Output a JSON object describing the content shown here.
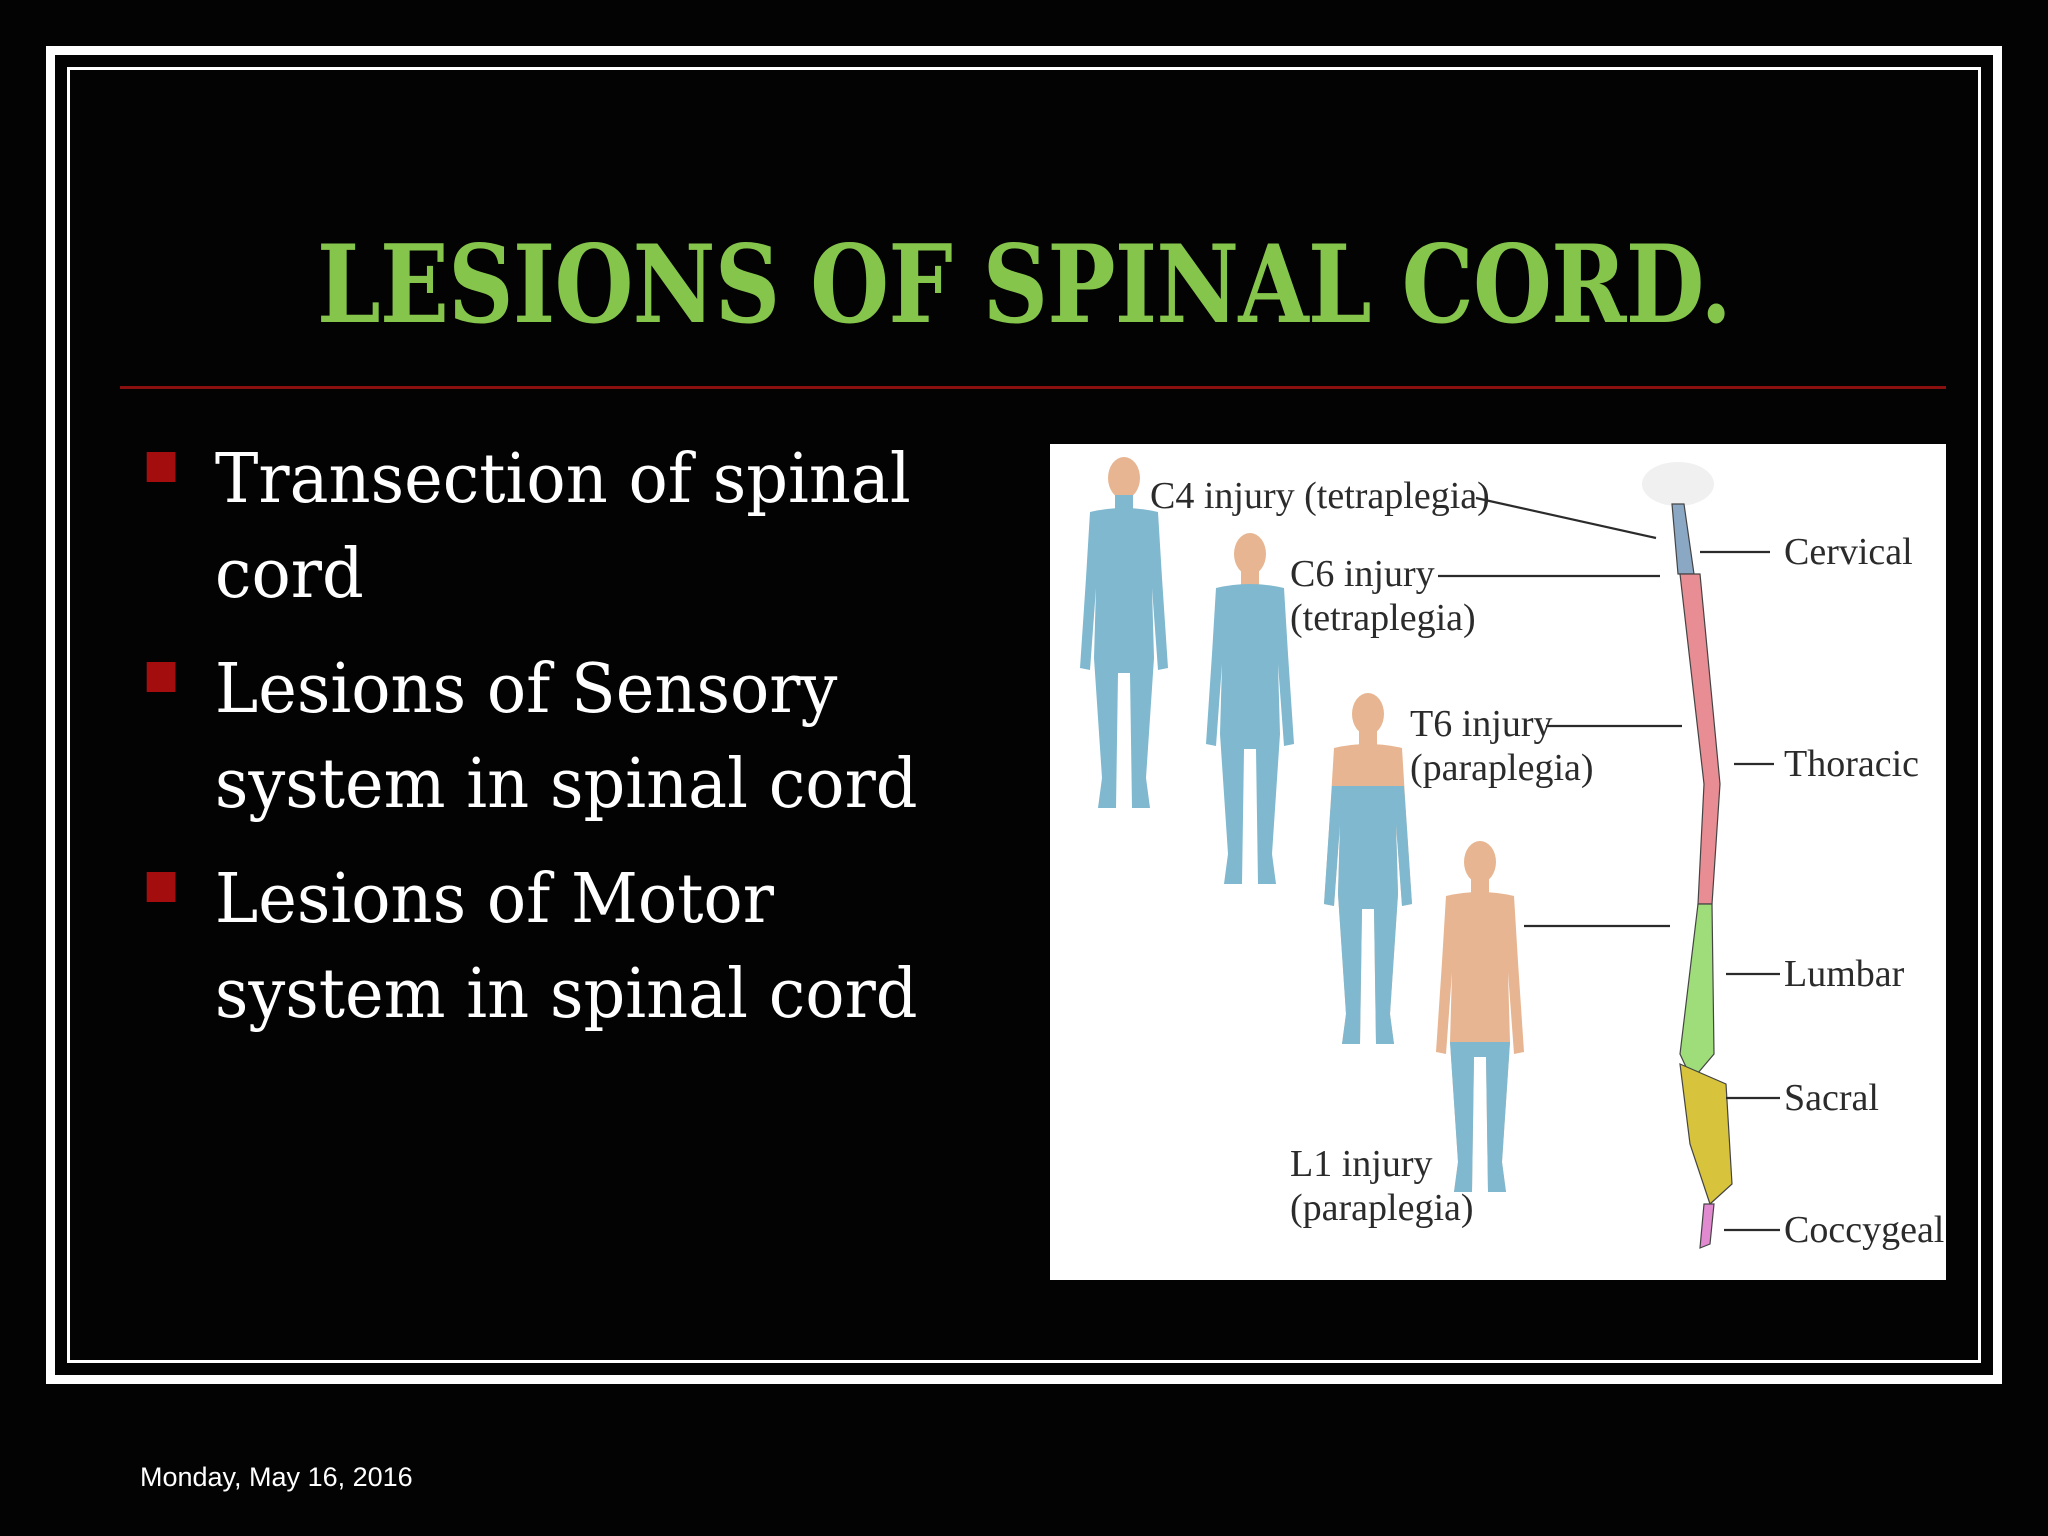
{
  "slide": {
    "title": "LESIONS OF SPINAL CORD.",
    "bullets": [
      "Transection of spinal cord",
      "Lesions of Sensory system in spinal cord",
      "Lesions of Motor system in spinal cord"
    ],
    "footer_date": "Monday, May 16, 2016"
  },
  "figure": {
    "injury_labels": {
      "c4": "C4 injury (tetraplegia)",
      "c6_line1": "C6 injury",
      "c6_line2": "(tetraplegia)",
      "t6_line1": "T6 injury",
      "t6_line2": "(paraplegia)",
      "l1_line1": "L1 injury",
      "l1_line2": "(paraplegia)"
    },
    "spine_regions": [
      "Cervical",
      "Thoracic",
      "Lumbar",
      "Sacral",
      "Coccygeal"
    ]
  },
  "colors": {
    "title": "#86c54c",
    "accent_rule": "#8a0f0f",
    "bullet_marker": "#a30d0d",
    "paralysis_blue": "#7fb8cf",
    "skin": "#e7b591",
    "cervical": "#8aa7c4",
    "thoracic": "#e88d93",
    "lumbar": "#9fdc7a",
    "sacral": "#d7c33c",
    "coccygeal": "#e18ad0"
  }
}
